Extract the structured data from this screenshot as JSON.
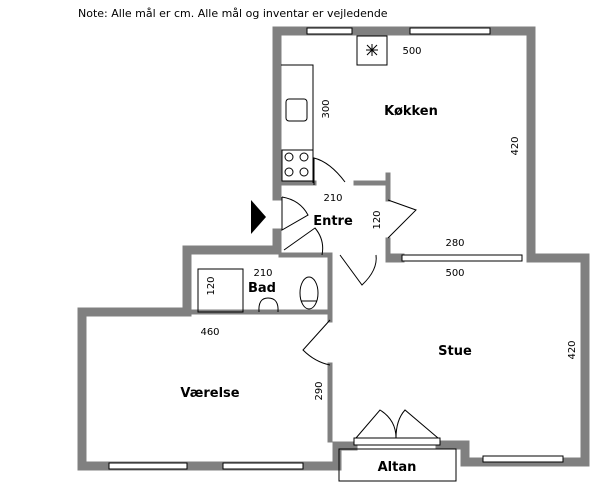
{
  "note": "Note: Alle mål er cm. Alle mål og inventar er vejledende",
  "rooms": {
    "kitchen": {
      "label": "Køkken",
      "dims": [
        "500",
        "300",
        "420",
        "280"
      ]
    },
    "entry": {
      "label": "Entre",
      "dims": [
        "210",
        "120"
      ]
    },
    "bath": {
      "label": "Bad",
      "dims": [
        "210",
        "120"
      ]
    },
    "living": {
      "label": "Stue",
      "dims": [
        "500",
        "420"
      ]
    },
    "bedroom": {
      "label": "Værelse",
      "dims": [
        "460",
        "290"
      ]
    },
    "balcony": {
      "label": "Altan"
    }
  },
  "colors": {
    "wall": "#808080",
    "line": "#000000"
  }
}
